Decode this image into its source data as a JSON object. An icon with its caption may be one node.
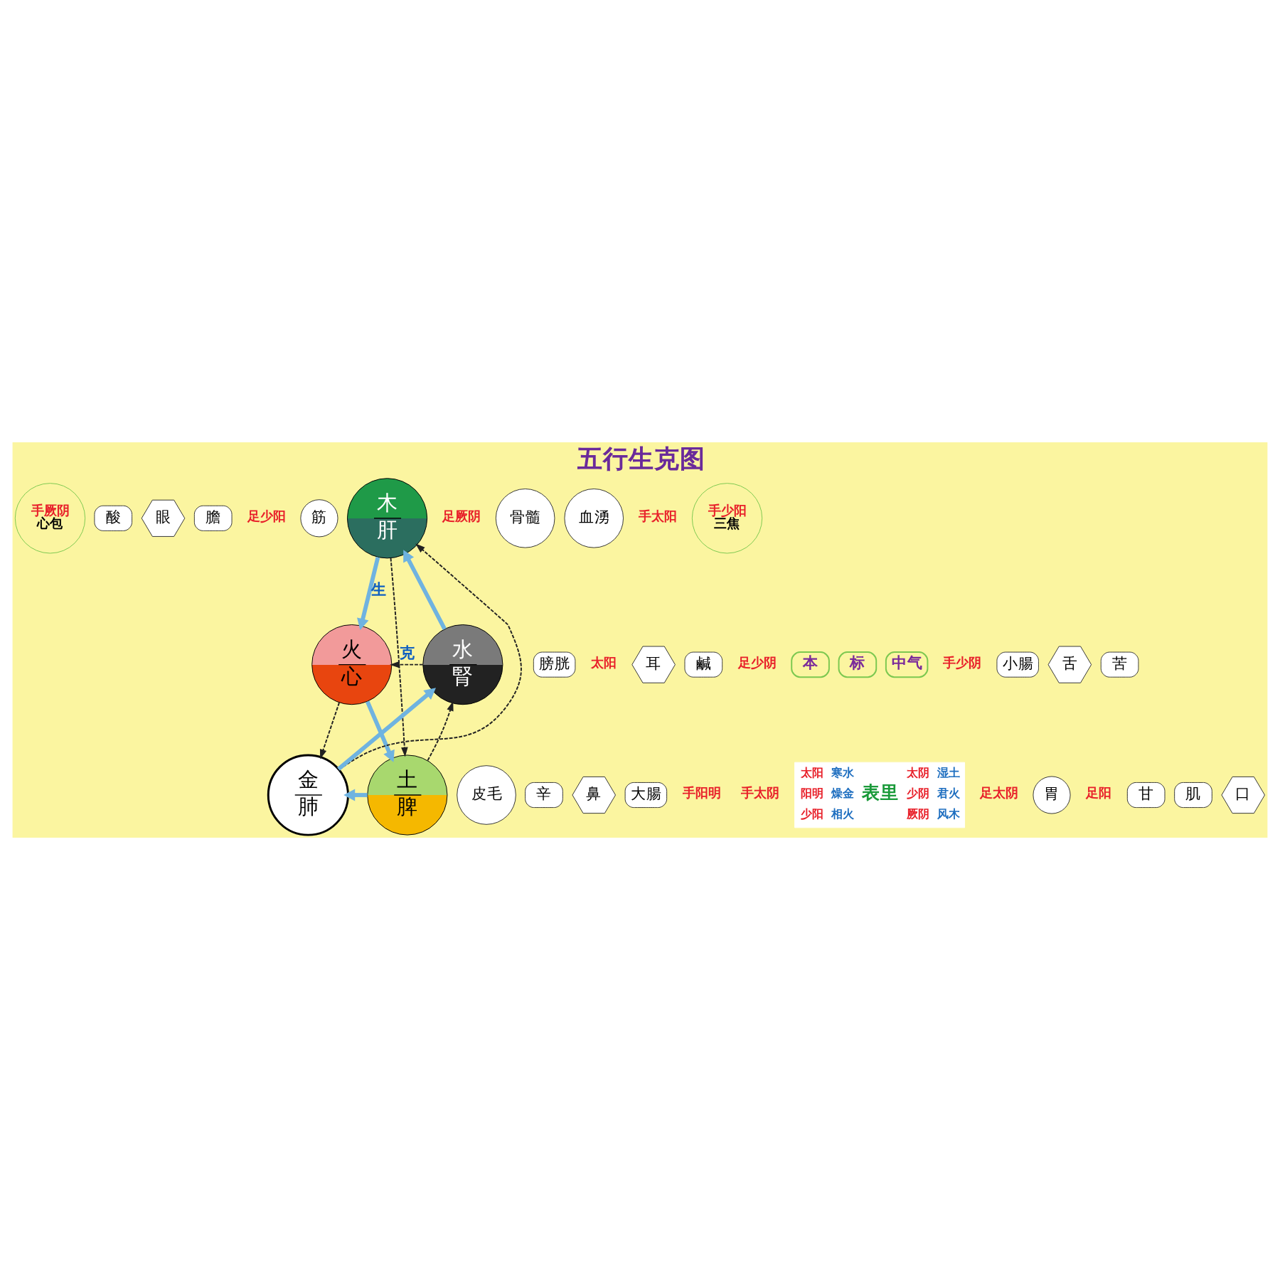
{
  "diagram": {
    "title": "五行生克图",
    "nodes": [
      {
        "text": [
          "手厥阴",
          "心包"
        ]
      },
      {
        "text": [
          "眼"
        ]
      },
      {
        "text": [
          "膽"
        ]
      },
      {
        "text": [
          "酸"
        ]
      },
      {
        "text": [
          "筋"
        ]
      },
      {
        "text": [
          "手少阳",
          "三焦"
        ]
      },
      {
        "text": [
          "木",
          "肝"
        ]
      },
      {
        "text": [
          "骨髓"
        ]
      },
      {
        "text": [
          "血湧"
        ]
      },
      {
        "text": [
          "小腸"
        ]
      },
      {
        "text": [
          "膀胱"
        ]
      },
      {
        "text": [
          "水",
          "腎"
        ]
      },
      {
        "text": [
          "火",
          "心"
        ]
      },
      {
        "text": [
          "舌"
        ]
      },
      {
        "text": [
          "耳"
        ]
      },
      {
        "text": [
          "本"
        ]
      },
      {
        "text": [
          "标"
        ]
      },
      {
        "text": [
          "苦"
        ]
      },
      {
        "text": [
          "鹹"
        ]
      },
      {
        "text": [
          "中气"
        ]
      },
      {
        "text": [
          "太阳",
          "寒水",
          "表里",
          "太阴",
          "湿土",
          "阳明",
          "燥金",
          "少阴",
          "君火",
          "少阳",
          "相火",
          "厥阴",
          "风木"
        ]
      },
      {
        "text": [
          "金",
          "肺"
        ]
      },
      {
        "text": [
          "土",
          "脾"
        ]
      },
      {
        "text": [
          "胃"
        ]
      },
      {
        "text": [
          "皮毛"
        ]
      },
      {
        "text": [
          "甘"
        ]
      },
      {
        "text": [
          "辛"
        ]
      },
      {
        "text": [
          "鼻"
        ]
      },
      {
        "text": [
          "大腸"
        ]
      },
      {
        "text": [
          "肌"
        ]
      },
      {
        "text": [
          "口"
        ]
      }
    ],
    "edges": [
      {
        "from": 6,
        "to": 12,
        "arrow": "to",
        "label": "生",
        "style": "thick",
        "color": "#6fb3e0"
      },
      {
        "from": 12,
        "to": 22,
        "arrow": "to",
        "style": "thick",
        "color": "#6fb3e0"
      },
      {
        "from": 22,
        "to": 21,
        "arrow": "to",
        "style": "thick",
        "color": "#6fb3e0"
      },
      {
        "from": 21,
        "to": 11,
        "arrow": "to",
        "style": "thick",
        "color": "#6fb3e0"
      },
      {
        "from": 11,
        "to": 6,
        "arrow": "to",
        "style": "thick",
        "color": "#6fb3e0"
      },
      {
        "from": 6,
        "to": 22,
        "arrow": "to",
        "style": "dashed",
        "color": "#222222"
      },
      {
        "from": 22,
        "to": 11,
        "arrow": "to",
        "style": "dashed",
        "color": "#222222"
      },
      {
        "from": 11,
        "to": 12,
        "arrow": "to",
        "label": "克",
        "style": "dashed",
        "color": "#222222"
      },
      {
        "from": 12,
        "to": 21,
        "arrow": "to",
        "style": "dashed",
        "color": "#222222"
      },
      {
        "from": 21,
        "to": 6,
        "arrow": "to",
        "style": "dashed",
        "color": "#222222"
      }
    ],
    "labels": [
      "足少阳",
      "足厥阴",
      "手太阳",
      "太阳",
      "手少阴",
      "足少阴",
      "足阳",
      "手太阴",
      "足太阴",
      "手阳明"
    ]
  }
}
